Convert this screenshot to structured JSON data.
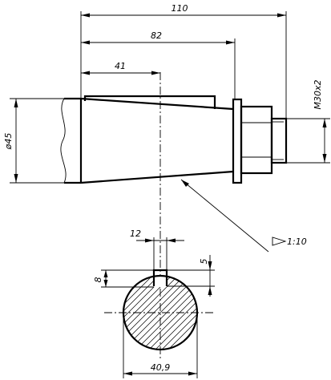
{
  "dimensions": {
    "overall_length": "110",
    "cone_length": "82",
    "key_position": "41",
    "shaft_diameter": "ø45",
    "thread": "M30x2",
    "key_width": "12",
    "key_depth": "5",
    "key_height": "8",
    "section_size": "40,9"
  },
  "taper": "1:10"
}
